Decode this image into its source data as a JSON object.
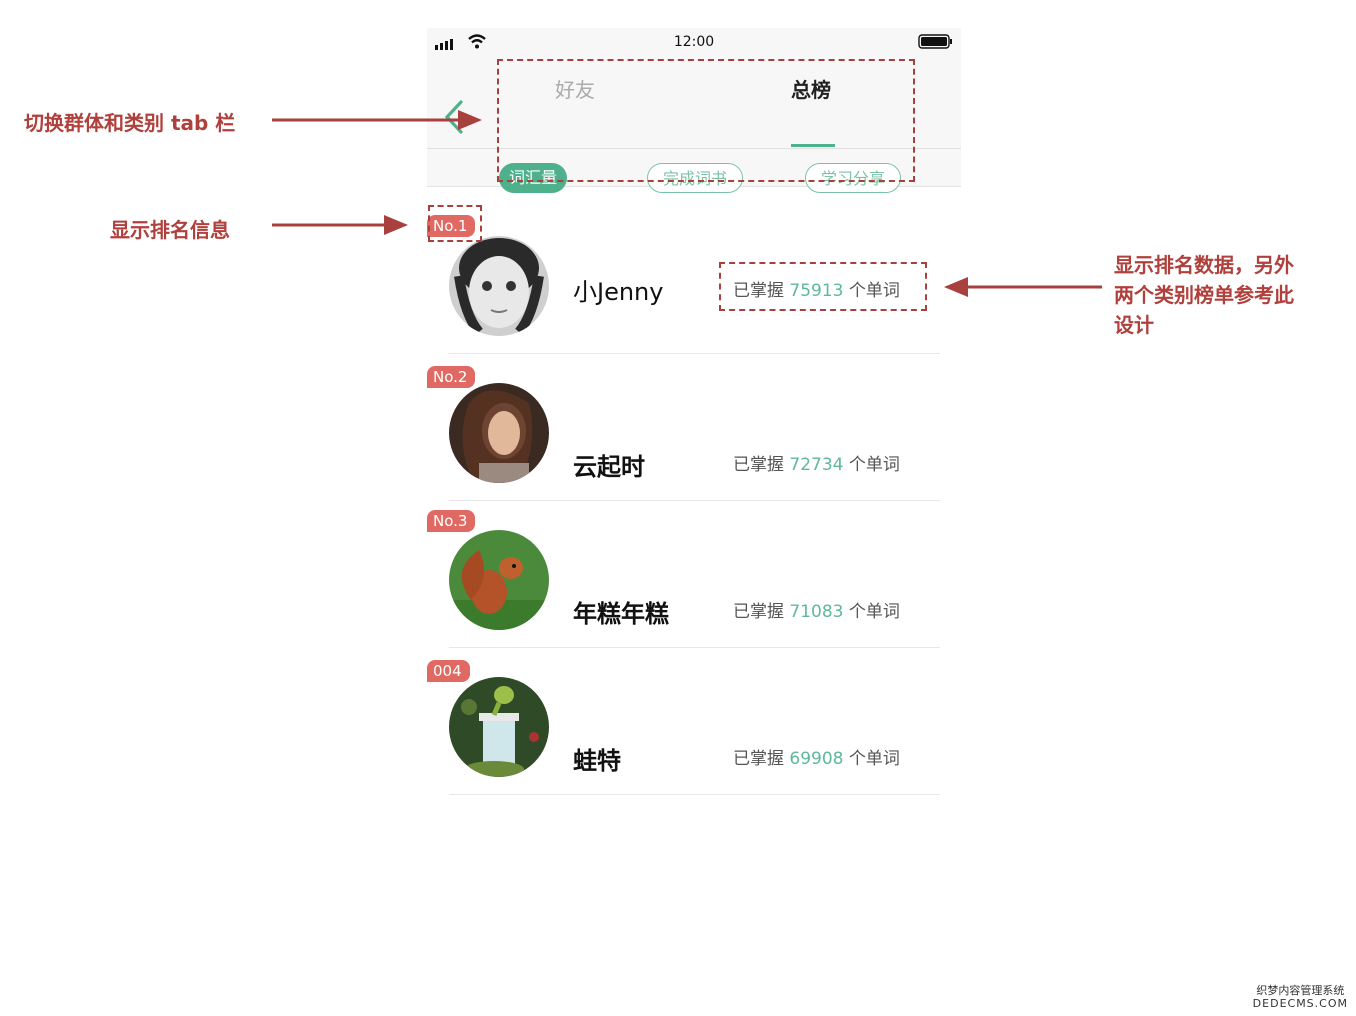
{
  "status_bar": {
    "time": "12:00"
  },
  "tabs": {
    "friends": "好友",
    "total": "总榜"
  },
  "categories": {
    "vocab": "词汇量",
    "books": "完成词书",
    "share": "学习分享"
  },
  "rank_label_prefix": "已掌握",
  "rank_label_suffix": "个单词",
  "ranking": [
    {
      "rank": "No.1",
      "name": "小Jenny",
      "count": "75913"
    },
    {
      "rank": "No.2",
      "name": "云起时",
      "count": "72734"
    },
    {
      "rank": "No.3",
      "name": "年糕年糕",
      "count": "71083"
    },
    {
      "rank": "004",
      "name": "蛙特",
      "count": "69908"
    }
  ],
  "annotations": {
    "tab_bar": "切换群体和类别 tab 栏",
    "rank_info": "显示排名信息",
    "rank_data_1": "显示排名数据，另外",
    "rank_data_2": "两个类别榜单参考此",
    "rank_data_3": "设计"
  },
  "colors": {
    "accent": "#4fb08c",
    "badge": "#e06a63",
    "annotation": "#b0403c"
  },
  "watermark": {
    "line1": "织梦内容管理系统",
    "line2": "DEDECMS.COM"
  }
}
